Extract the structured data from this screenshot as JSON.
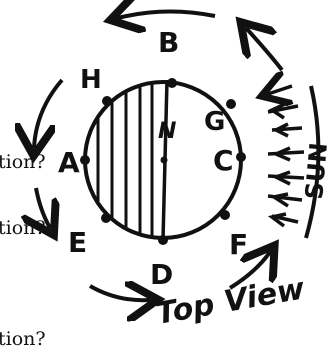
{
  "diagram": {
    "center_label": "N",
    "points": {
      "A": "A",
      "B": "B",
      "C": "C",
      "D": "D",
      "E": "E",
      "F": "F",
      "G": "G",
      "H": "H"
    },
    "sun_label": "SUN",
    "caption": "Top View",
    "cutoff_text": [
      "tion?",
      "tion?",
      "tion?"
    ]
  }
}
